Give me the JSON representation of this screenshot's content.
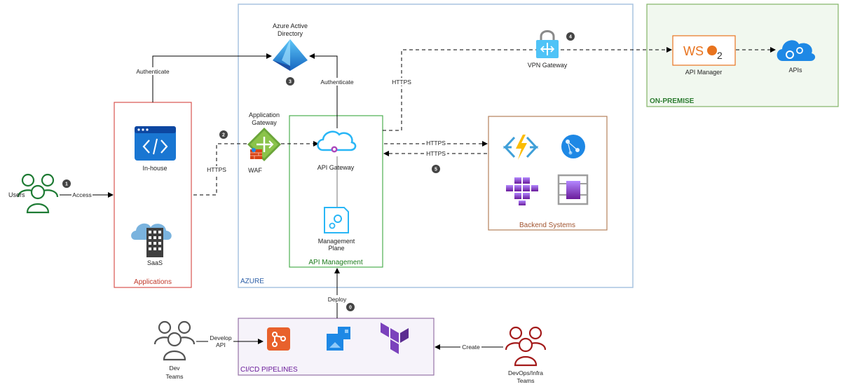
{
  "groups": {
    "azure": "AZURE",
    "on_premise": "ON-PREMISE",
    "applications": "Applications",
    "api_management": "API Management",
    "backend_systems": "Backend Systems",
    "cicd": "CI/CD PIPELINES"
  },
  "nodes": {
    "users": "Users",
    "in_house": "In-house",
    "saas": "SaaS",
    "azure_ad_line1": "Azure Active",
    "azure_ad_line2": "Directory",
    "app_gateway_line1": "Application",
    "app_gateway_line2": "Gateway",
    "waf": "WAF",
    "api_gateway": "API Gateway",
    "mgmt_plane_line1": "Management",
    "mgmt_plane_line2": "Plane",
    "vpn_gateway": "VPN Gateway",
    "api_manager": "API Manager",
    "apis": "APIs",
    "dev_teams_line1": "Dev",
    "dev_teams_line2": "Teams",
    "devops_line1": "DevOps/Infra",
    "devops_line2": "Teams",
    "wso2_logo": "WSO2"
  },
  "edges": {
    "access": "Access",
    "authenticate_left": "Authenticate",
    "authenticate_right": "Authenticate",
    "https_app": "HTTPS",
    "https_vpn": "HTTPS",
    "https_backend_1": "HTTPS",
    "https_backend_2": "HTTPS",
    "deploy": "Deploy",
    "develop_api_line1": "Develop",
    "develop_api_line2": "API",
    "create": "Create"
  },
  "steps": [
    "1",
    "2",
    "3",
    "4",
    "5",
    "0"
  ],
  "colors": {
    "applications_border": "#d9534f",
    "applications_text": "#c0392b",
    "azure_border": "#a8c4e0",
    "azure_text": "#2b5ea7",
    "api_mgmt_border": "#4caf50",
    "api_mgmt_text": "#1b7a1b",
    "onprem_border": "#82b366",
    "onprem_text": "#2e7d32",
    "backend_border": "#b5805b",
    "backend_text": "#a0522d",
    "cicd_border": "#9673a6",
    "cicd_text": "#6a1b9a",
    "users_green": "#1e7b34",
    "dev_gray": "#555555",
    "devops_red": "#a31a1a",
    "azure_blue": "#1e88e5"
  }
}
